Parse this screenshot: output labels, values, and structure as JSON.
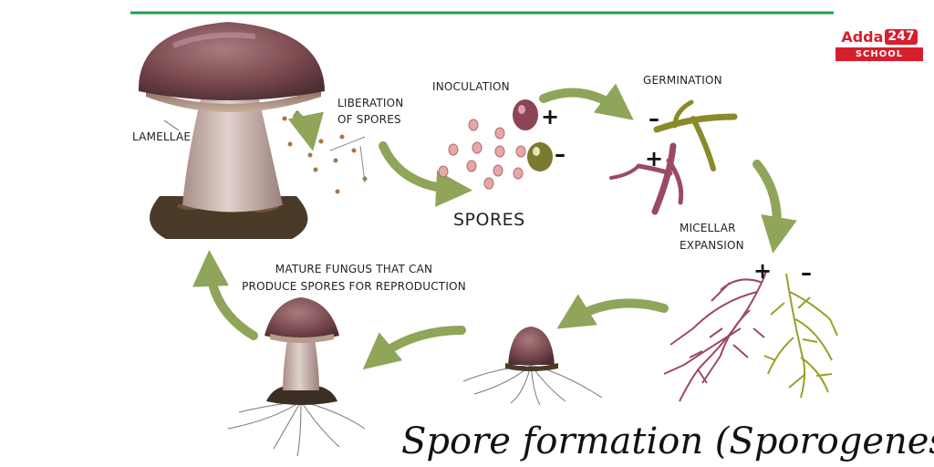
{
  "labels": {
    "lamellae": "LAMELLAE",
    "liberation_line1": "LIBERATION",
    "liberation_line2": "OF SPORES",
    "inoculation": "INOCULATION",
    "spores": "SPORES",
    "germination": "GERMINATION",
    "micellar_line1": "MICELLAR",
    "micellar_line2": "EXPANSION",
    "mature_line1": "MATURE FUNGUS THAT CAN",
    "mature_line2": "PRODUCE SPORES FOR REPRODUCTION"
  },
  "signs": {
    "plus": "+",
    "minus": "–"
  },
  "logo": {
    "brand": "Adda",
    "number": "247",
    "tagline": "SCHOOL"
  },
  "title": "Spore formation (Sporogenesis)",
  "colors": {
    "top_rule": "#1f9e4f",
    "arrow": "#8ea55a",
    "cap": "#7a4a4f",
    "stem": "#c9b3ad",
    "volva": "#4a3b28",
    "plus_hypha": "#9b4a63",
    "minus_hypha": "#8a8a2a",
    "logo_red": "#d61f2c"
  }
}
